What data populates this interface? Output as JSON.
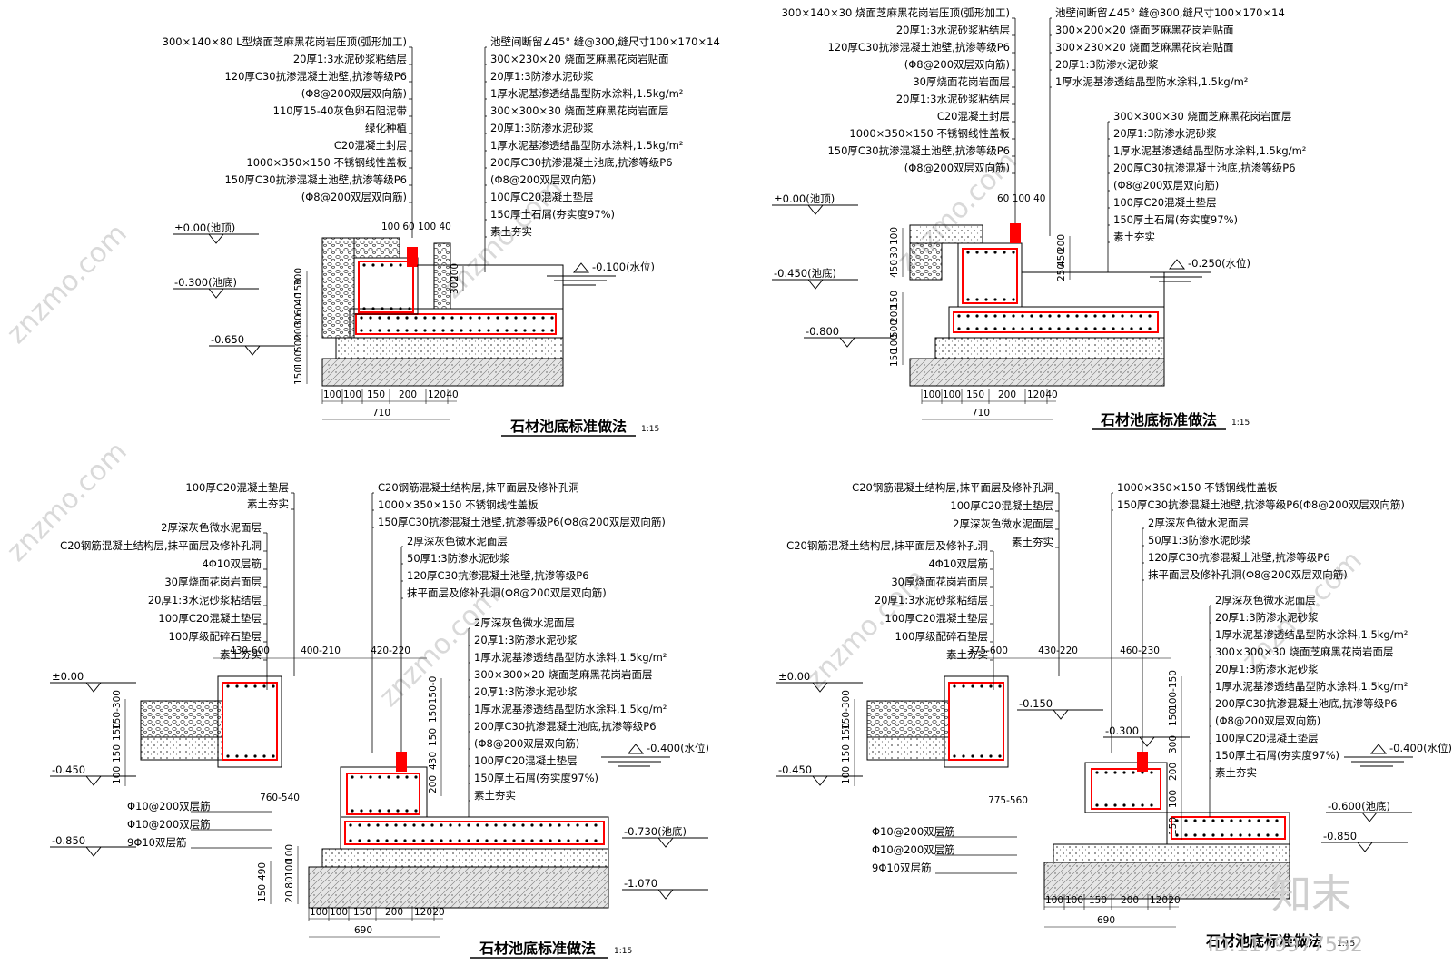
{
  "watermark": {
    "site": "znzmo.com",
    "brand": "知末",
    "id": "ID:1179977552"
  },
  "colors": {
    "rebar": "#ff0000",
    "line": "#000000",
    "hatch": "#555555",
    "watermark": "#d0d0d0"
  },
  "details": [
    {
      "title": "石材池底标准做法",
      "scale": "1:15",
      "left_labels": [
        "300×140×80 L型烧面芝麻黑花岗岩压顶(弧形加工)",
        "20厚1:3水泥砂浆粘结层",
        "120厚C30抗渗混凝土池壁,抗渗等级P6",
        "(Φ8@200双层双向筋)",
        "110厚15-40灰色卵石阻泥带",
        "绿化种植",
        "C20混凝土封层",
        "1000×350×150 不锈钢线性盖板",
        "150厚C30抗渗混凝土池壁,抗渗等级P6",
        "(Φ8@200双层双向筋)"
      ],
      "right_labels": [
        "池壁间断留∠45° 缝@300,缝尺寸100×170×14",
        "300×230×20 烧面芝麻黑花岗岩贴面",
        "20厚1:3防渗水泥砂浆",
        "1厚水泥基渗透结晶型防水涂料,1.5kg/m²",
        "300×300×30 烧面芝麻黑花岗岩面层",
        "20厚1:3防渗水泥砂浆",
        "1厚水泥基渗透结晶型防水涂料,1.5kg/m²",
        "200厚C30抗渗混凝土池底,抗渗等级P6",
        "(Φ8@200双层双向筋)",
        "100厚C20混凝土垫层",
        "150厚土石屑(夯实度97%)",
        "素土夯实"
      ],
      "levels": [
        "±0.00(池顶)",
        "-0.300(池底)",
        "-0.650",
        "-0.100(水位)"
      ],
      "top_dims": "100 60 100 40",
      "bottom_dims": [
        "100",
        "100",
        "150",
        "200",
        "120",
        "40"
      ],
      "total": "710",
      "vert_left": [
        "300",
        "150",
        "40",
        "60",
        "30",
        "200",
        "500",
        "100",
        "150"
      ],
      "vert_right": [
        "200",
        "300"
      ]
    },
    {
      "title": "石材池底标准做法",
      "scale": "1:15",
      "left_labels": [
        "300×140×30 烧面芝麻黑花岗岩压顶(弧形加工)",
        "20厚1:3水泥砂浆粘结层",
        "120厚C30抗渗混凝土池壁,抗渗等级P6",
        "(Φ8@200双层双向筋)",
        "30厚烧面花岗岩面层",
        "20厚1:3水泥砂浆粘结层",
        "C20混凝土封层",
        "1000×350×150 不锈钢线性盖板",
        "150厚C30抗渗混凝土池壁,抗渗等级P6",
        "(Φ8@200双层双向筋)"
      ],
      "right_labels": [
        "池壁间断留∠45° 缝@300,缝尺寸100×170×14",
        "300×200×20 烧面芝麻黑花岗岩贴面",
        "300×230×20 烧面芝麻黑花岗岩贴面",
        "20厚1:3防渗水泥砂浆",
        "1厚水泥基渗透结晶型防水涂料,1.5kg/m²",
        "300×300×30 烧面芝麻黑花岗岩面层",
        "20厚1:3防渗水泥砂浆",
        "1厚水泥基渗透结晶型防水涂料,1.5kg/m²",
        "200厚C30抗渗混凝土池底,抗渗等级P6",
        "(Φ8@200双层双向筋)",
        "100厚C20混凝土垫层",
        "150厚土石屑(夯实度97%)",
        "素土夯实"
      ],
      "levels": [
        "±0.00(池顶)",
        "-0.450(池底)",
        "-0.800",
        "-0.250(水位)"
      ],
      "top_dims": "60 100 40",
      "bottom_dims": [
        "100",
        "100",
        "150",
        "200",
        "120",
        "40"
      ],
      "total": "710",
      "vert_left": [
        "100",
        "30",
        "450",
        "150",
        "200",
        "500",
        "100",
        "150"
      ],
      "vert_right": [
        "200",
        "450",
        "250"
      ]
    },
    {
      "title": "石材池底标准做法",
      "scale": "1:15",
      "left_labels": [
        "100厚C20混凝土垫层",
        "素土夯实",
        "2厚深灰色微水泥面层",
        "C20钢筋混凝土结构层,抹平面层及修补孔洞",
        "4Φ10双层筋",
        "30厚烧面花岗岩面层",
        "20厚1:3水泥砂浆粘结层",
        "100厚C20混凝土垫层",
        "100厚级配碎石垫层",
        "素土夯实"
      ],
      "right_labels": [
        "C20钢筋混凝土结构层,抹平面层及修补孔洞",
        "1000×350×150 不锈钢线性盖板",
        "150厚C30抗渗混凝土池壁,抗渗等级P6(Φ8@200双层双向筋)",
        "2厚深灰色微水泥面层",
        "50厚1:3防渗水泥砂浆",
        "120厚C30抗渗混凝土池壁,抗渗等级P6",
        "抹平面层及修补孔洞(Φ8@200双层双向筋)",
        "2厚深灰色微水泥面层",
        "20厚1:3防渗水泥砂浆",
        "1厚水泥基渗透结晶型防水涂料,1.5kg/m²",
        "300×300×20 烧面芝麻黑花岗岩面层",
        "20厚1:3防渗水泥砂浆",
        "1厚水泥基渗透结晶型防水涂料,1.5kg/m²",
        "200厚C30抗渗混凝土池底,抗渗等级P6",
        "(Φ8@200双层双向筋)",
        "100厚C20混凝土垫层",
        "150厚土石屑(夯实度97%)",
        "素土夯实"
      ],
      "rebar_labels": [
        "Φ10@200双层筋",
        "Φ10@200双层筋",
        "9Φ10双层筋"
      ],
      "levels": [
        "±0.00",
        "-0.450",
        "-0.850",
        "-0.400(水位)",
        "-0.730(池底)",
        "-1.070"
      ],
      "top_dims": [
        "430-600",
        "400-210",
        "420-220"
      ],
      "mid_dim": "760-540",
      "bottom_dims": [
        "100",
        "100",
        "150",
        "200",
        "120",
        "20"
      ],
      "total": "690",
      "vert_left": [
        "150-300",
        "150",
        "150",
        "100",
        "490",
        "150",
        "100",
        "100",
        "80",
        "20"
      ],
      "vert_right": [
        "150-0",
        "150",
        "150",
        "430",
        "200"
      ]
    },
    {
      "title": "石材池底标准做法",
      "scale": "1:15",
      "left_labels": [
        "C20钢筋混凝土结构层,抹平面层及修补孔洞",
        "100厚C20混凝土垫层",
        "2厚深灰色微水泥面层",
        "素土夯实",
        "C20钢筋混凝土结构层,抹平面层及修补孔洞",
        "4Φ10双层筋",
        "30厚烧面花岗岩面层",
        "20厚1:3水泥砂浆粘结层",
        "100厚C20混凝土垫层",
        "100厚级配碎石垫层",
        "素土夯实"
      ],
      "right_labels": [
        "1000×350×150 不锈钢线性盖板",
        "150厚C30抗渗混凝土池壁,抗渗等级P6(Φ8@200双层双向筋)",
        "2厚深灰色微水泥面层",
        "50厚1:3防渗水泥砂浆",
        "120厚C30抗渗混凝土池壁,抗渗等级P6",
        "抹平面层及修补孔洞(Φ8@200双层双向筋)",
        "2厚深灰色微水泥面层",
        "20厚1:3防渗水泥砂浆",
        "1厚水泥基渗透结晶型防水涂料,1.5kg/m²",
        "300×300×30 烧面芝麻黑花岗岩面层",
        "20厚1:3防渗水泥砂浆",
        "1厚水泥基渗透结晶型防水涂料,1.5kg/m²",
        "200厚C30抗渗混凝土池底,抗渗等级P6",
        "(Φ8@200双层双向筋)",
        "100厚C20混凝土垫层",
        "150厚土石屑(夯实度97%)",
        "素土夯实"
      ],
      "rebar_labels": [
        "Φ10@200双层筋",
        "Φ10@200双层筋",
        "9Φ10双层筋"
      ],
      "levels": [
        "±0.00",
        "-0.450",
        "-0.150",
        "-0.300",
        "-0.400(水位)",
        "-0.600(池底)",
        "-0.850"
      ],
      "top_dims": [
        "375-600",
        "430-220",
        "460-230"
      ],
      "mid_dim": "775-560",
      "bottom_dims": [
        "100",
        "100",
        "150",
        "200",
        "120",
        "20"
      ],
      "total": "690",
      "vert_left": [
        "150-300",
        "150",
        "150",
        "100"
      ],
      "vert_right": [
        "100-150",
        "150",
        "300",
        "200",
        "100",
        "150"
      ]
    }
  ]
}
